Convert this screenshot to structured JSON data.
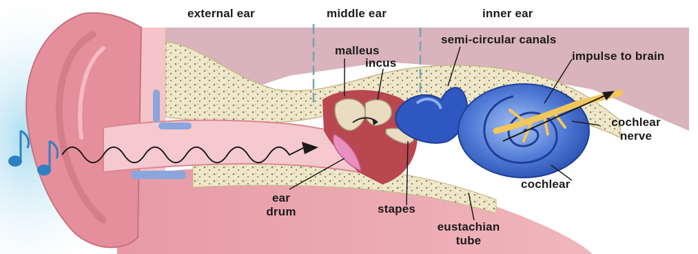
{
  "regions": {
    "external_ear": "external ear",
    "middle_ear": "middle ear",
    "inner_ear": "inner ear"
  },
  "labels": {
    "malleus": "malleus",
    "incus": "incus",
    "semicircular_canals": "semi-circular canals",
    "impulse_to_brain": "impulse to brain",
    "cochlear_nerve_line1": "cochlear",
    "cochlear_nerve_line2": "nerve",
    "cochlear": "cochlear",
    "ear_drum_line1": "ear",
    "ear_drum_line2": "drum",
    "stapes": "stapes",
    "eustachian_line1": "eustachian",
    "eustachian_line2": "tube"
  },
  "colors": {
    "skin": "#e8a0a8",
    "skin_dark": "#d47f8c",
    "skin_light": "#f4c4c8",
    "bone": "#efe7c9",
    "bone_dots": "#8a7d5a",
    "shadow_band": "#c98fa0",
    "cochlea_blue": "#3c63c9",
    "cochlea_light": "#8fb0ef",
    "nerve": "#f2c65a",
    "note_blue": "#2f7fc4",
    "ear_canal_blue": "#8aa6dc",
    "sky_blue": "#bfe6f2",
    "text": "#1a1a1a"
  },
  "icons": [
    "music-note-icon",
    "music-note-icon",
    "sound-wave-arrow",
    "impulse-arrow"
  ]
}
